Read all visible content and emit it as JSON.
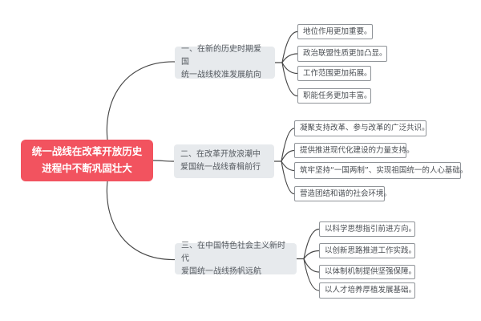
{
  "diagram": {
    "type": "mindmap",
    "root": {
      "label": "统一战线在改革开放历史\n进程中不断巩固壮大"
    },
    "branches": [
      {
        "label": "一、在新的历史时期爱国\n统一战线校准发展航向",
        "children": [
          "地位作用更加重要。",
          "政治联盟性质更加凸显。",
          "工作范围更加拓展。",
          "职能任务更加丰富。"
        ]
      },
      {
        "label": "二、在改革开放浪潮中\n爱国统一战线奋楫前行",
        "children": [
          "凝聚支持改革、参与改革的广泛共识。",
          "提供推进现代化建设的力量支持。",
          "筑牢坚持“一国两制”、实现祖国统一的人心基础。",
          "营造团结和谐的社会环境。"
        ]
      },
      {
        "label": "三、在中国特色社会主义新时代\n爱国统一战线扬帆远航",
        "children": [
          "以科学思想指引前进方向。",
          "以创新思路推进工作实践。",
          "以体制机制提供坚强保障。",
          "以人才培养厚植发展基础。"
        ]
      }
    ],
    "colors": {
      "background": "#ffffff",
      "root_bg": "#f2535f",
      "root_text": "#ffffff",
      "branch_bg": "#e7eaed",
      "branch_text": "#54595f",
      "leaf_bg": "#ffffff",
      "leaf_border": "#8f9398",
      "leaf_text": "#4a4e53",
      "line": "#474747"
    }
  }
}
